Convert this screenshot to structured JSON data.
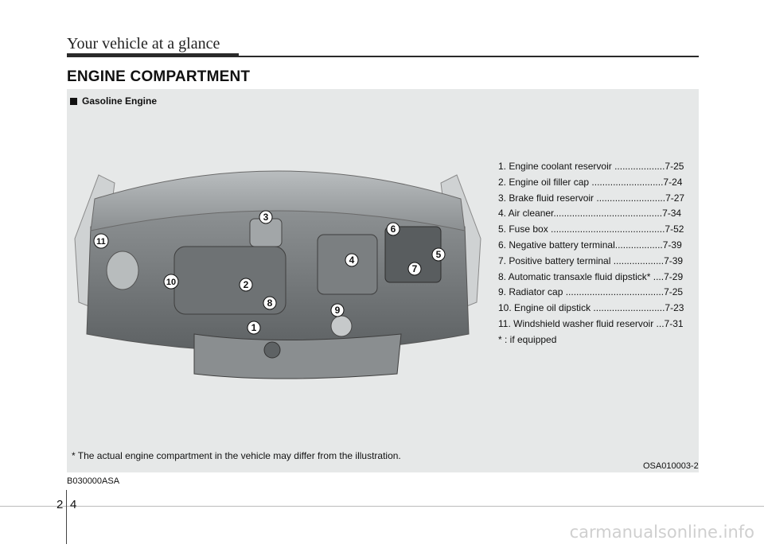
{
  "header": {
    "chapter_title": "Your vehicle at a glance"
  },
  "section": {
    "title": "ENGINE COMPARTMENT"
  },
  "figure": {
    "subtitle": "Gasoline Engine",
    "callouts": [
      "1",
      "2",
      "3",
      "4",
      "5",
      "6",
      "7",
      "8",
      "9",
      "10",
      "11"
    ],
    "footnote": "* The actual engine compartment in the vehicle may differ from the illustration.",
    "figure_code": "OSA010003-2"
  },
  "parts_list": [
    "1. Engine coolant reservoir ...................7-25",
    "2. Engine oil filler cap ...........................7-24",
    "3. Brake fluid reservoir ..........................7-27",
    "4. Air cleaner.........................................7-34",
    "5. Fuse box ...........................................7-52",
    "6. Negative battery terminal..................7-39",
    "7. Positive battery terminal ...................7-39",
    "8. Automatic transaxle fluid dipstick* ....7-29",
    "9. Radiator cap .....................................7-25",
    "10. Engine oil dipstick ...........................7-23",
    "11. Windshield washer fluid reservoir ...7-31",
    "* : if equipped"
  ],
  "reference_code": "B030000ASA",
  "page_number": {
    "chapter": "2",
    "page": "4"
  },
  "watermark": "carmanualsonline.info"
}
